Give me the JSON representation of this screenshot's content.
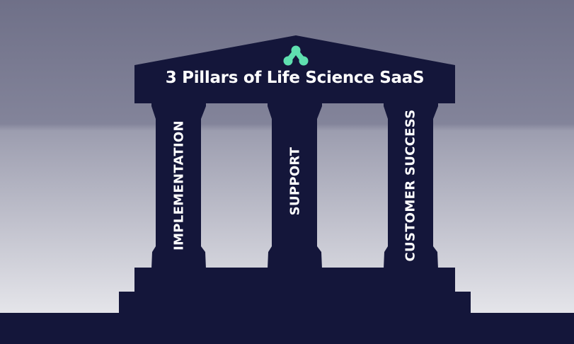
{
  "diagram": {
    "title": "3 Pillars of Life Science SaaS",
    "logo": "brand-logo-icon",
    "pillars": [
      {
        "label": "IMPLEMENTATION"
      },
      {
        "label": "SUPPORT"
      },
      {
        "label": "CUSTOMER SUCCESS"
      }
    ]
  },
  "colors": {
    "structure": "#14163a",
    "logo": "#5fe0b0",
    "text": "#ffffff",
    "sky_top": "#6f7088",
    "sky_bottom": "#f1f1f4"
  }
}
